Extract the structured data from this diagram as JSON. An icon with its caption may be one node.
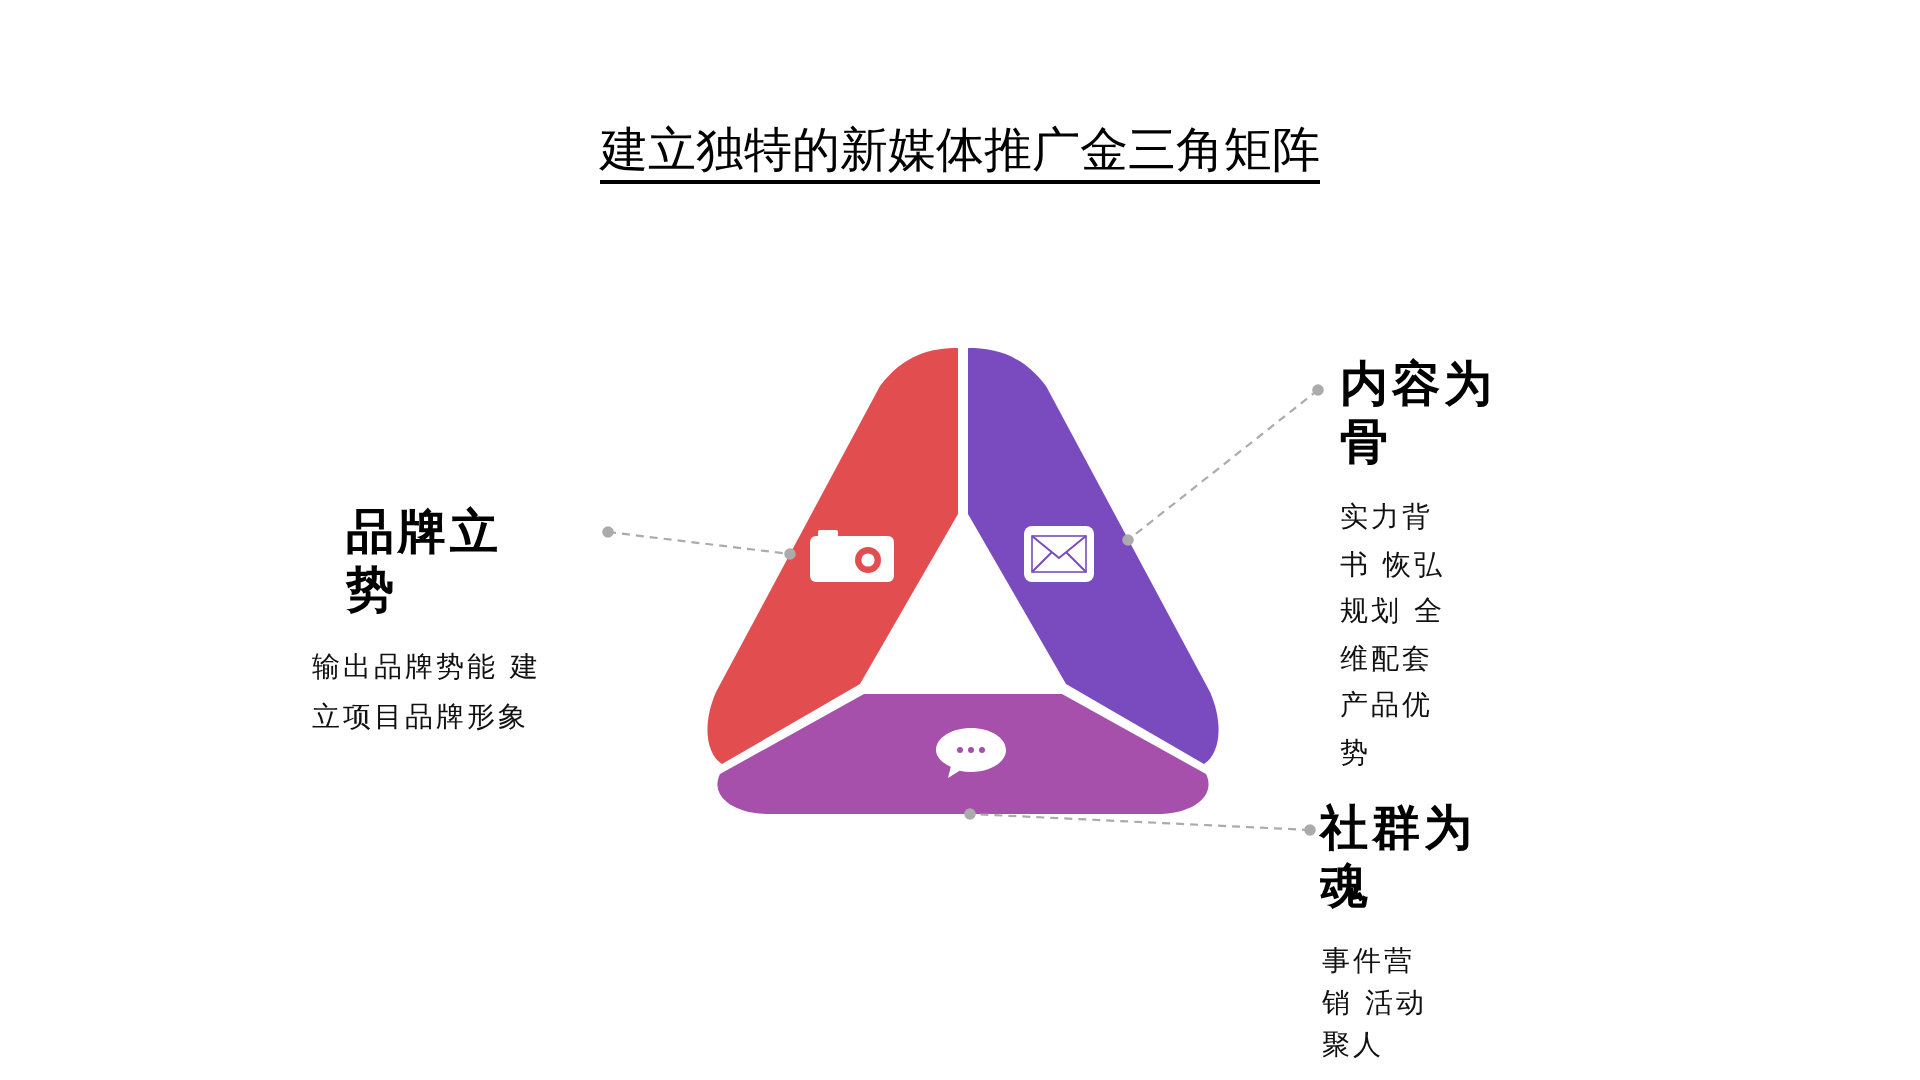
{
  "diagram": {
    "title": "建立独特的新媒体推广金三角矩阵",
    "nodes": [
      {
        "text": [
          "品牌立势",
          "输出品牌势能 建立项目品牌形象"
        ]
      },
      {
        "text": [],
        "shape": "bar"
      },
      {
        "text": [],
        "shape": "bar"
      },
      {
        "text": [
          "内容为骨",
          "实力背书 恢弘规划 全维配套产品优势"
        ]
      },
      {
        "text": [],
        "shape": "bar"
      },
      {
        "text": [
          "社群为魂",
          "事件营销 活动聚人"
        ]
      }
    ],
    "edges": [
      {
        "from": 0,
        "to": 1,
        "arrow": "other",
        "style": "dashed"
      },
      {
        "from": 3,
        "to": 2,
        "arrow": "other",
        "style": "dashed"
      },
      {
        "from": 5,
        "to": 4,
        "arrow": "other",
        "style": "dashed"
      }
    ]
  }
}
